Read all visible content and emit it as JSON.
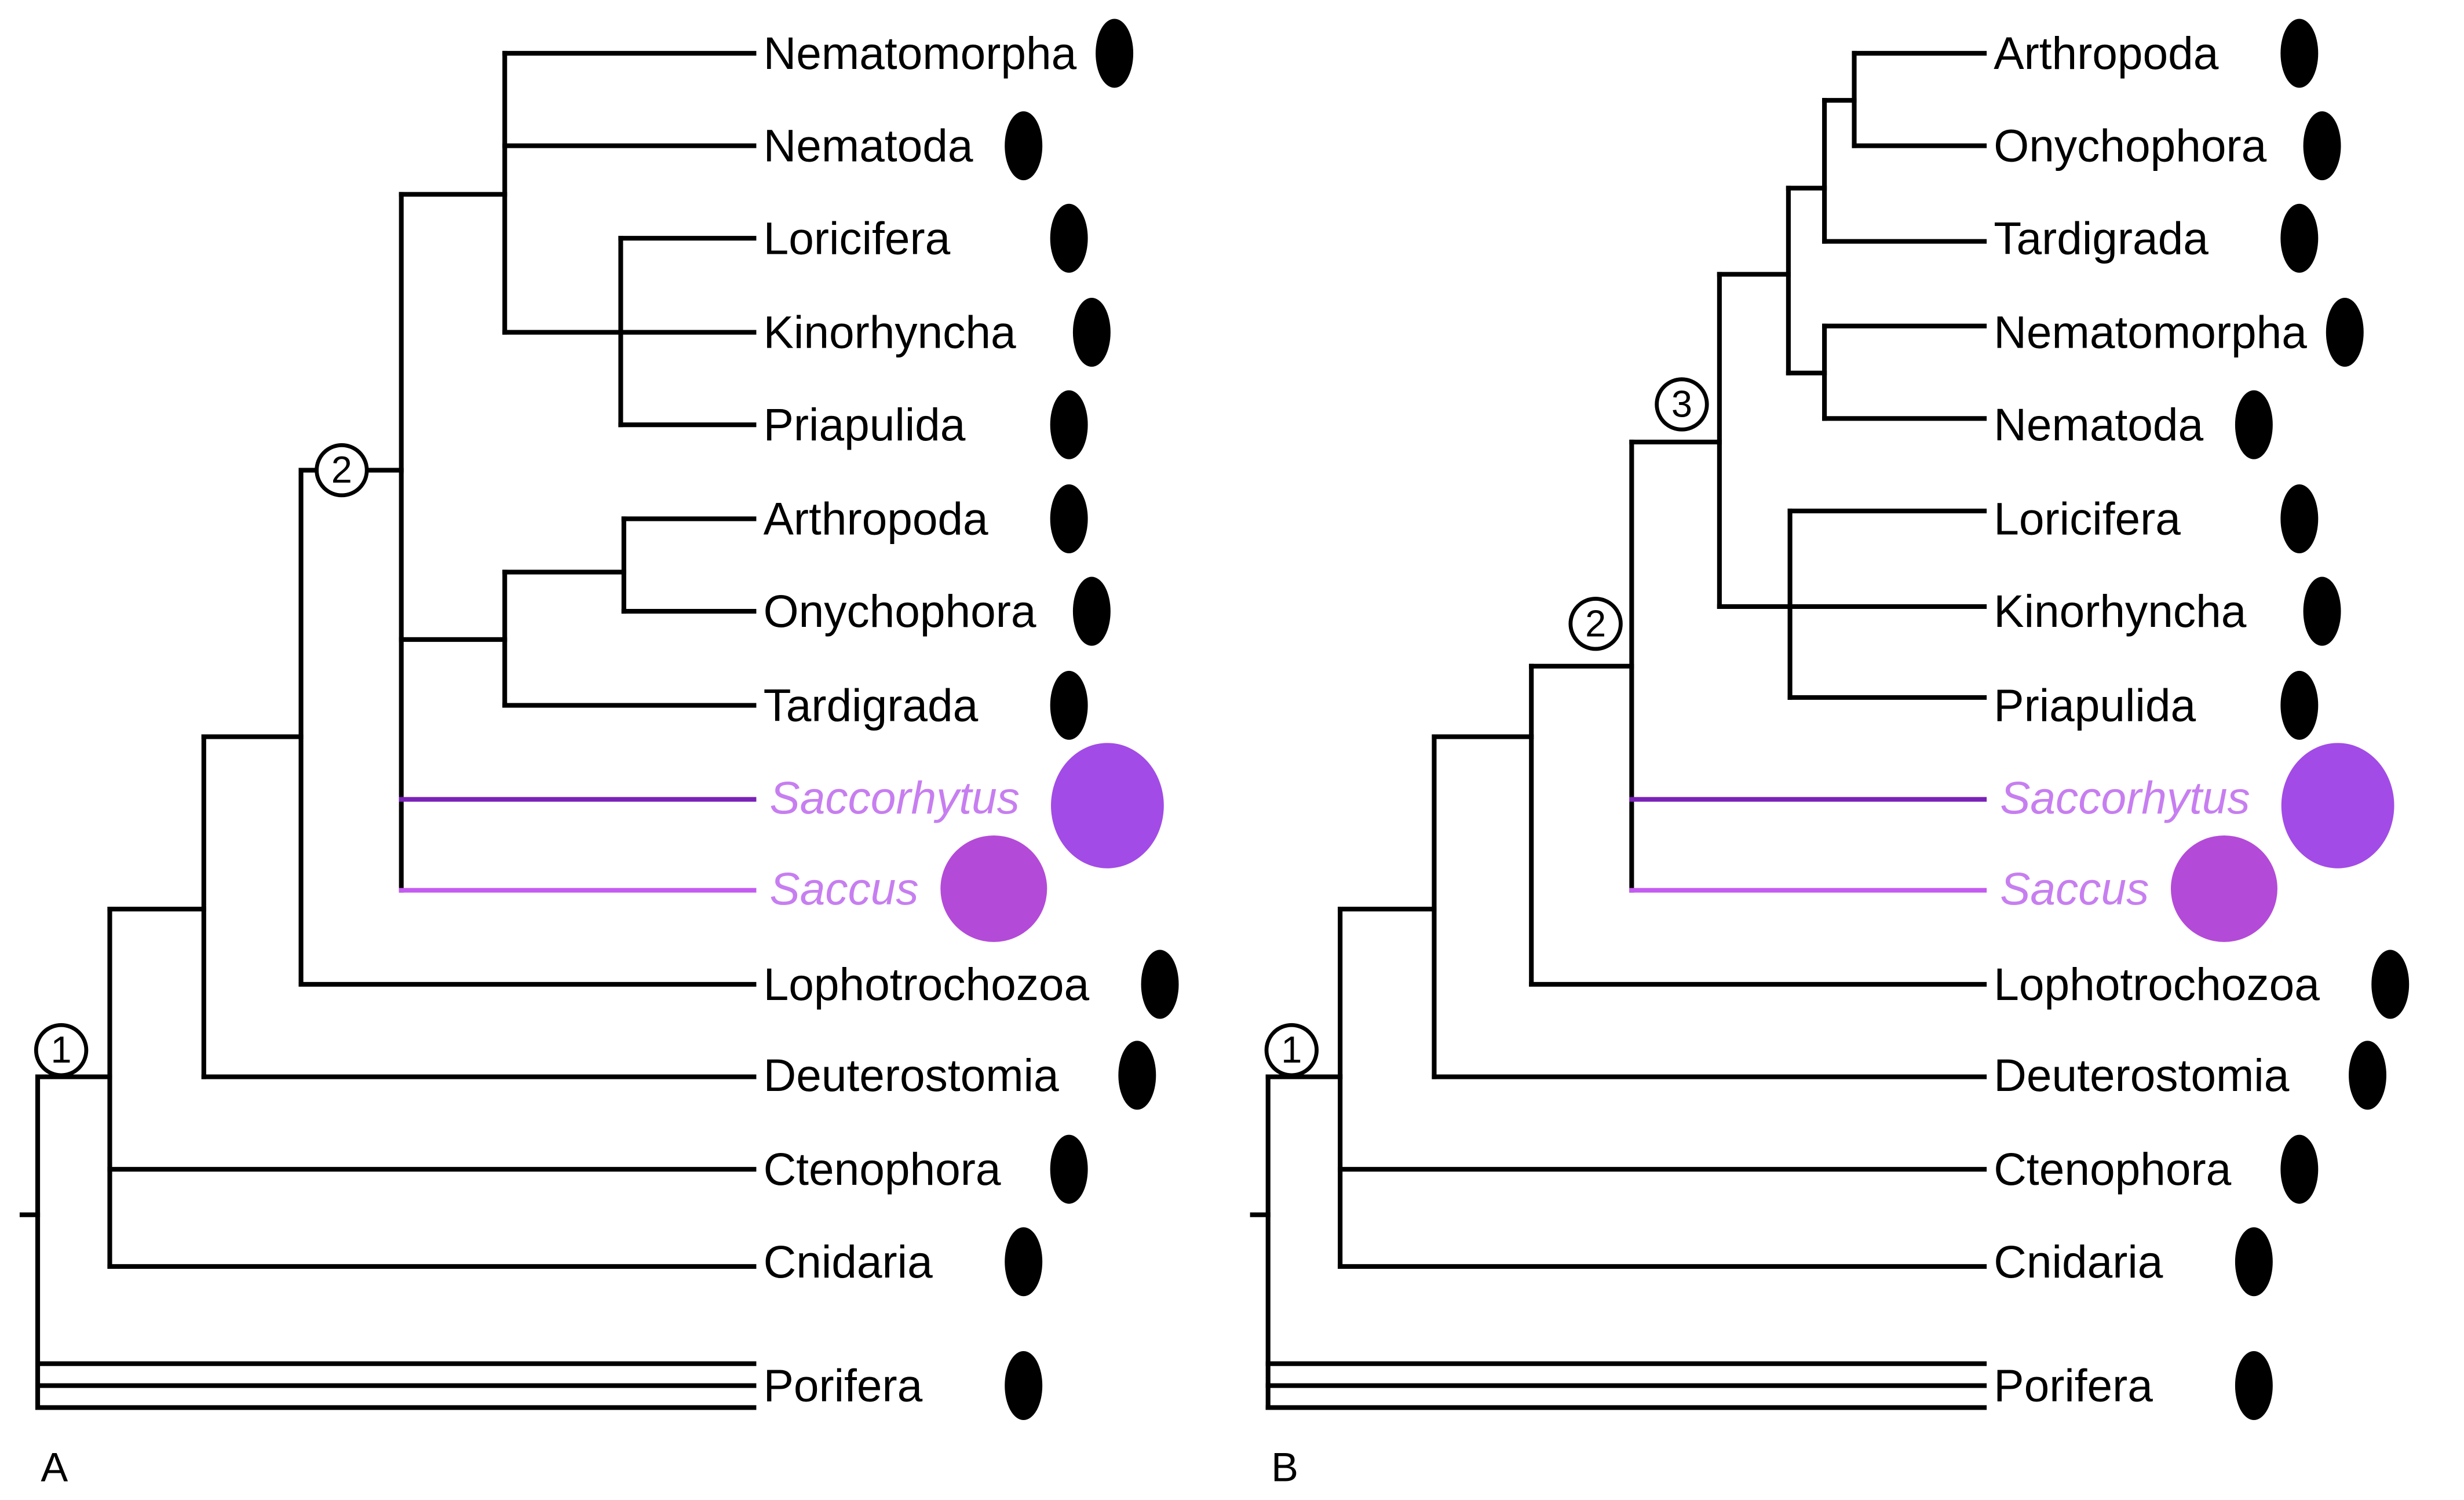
{
  "figure": {
    "panels": [
      {
        "label": "A",
        "tips": [
          "Nematomorpha",
          "Nematoda",
          "Loricifera",
          "Kinorhyncha",
          "Priapulida",
          "Arthropoda",
          "Onychophora",
          "Tardigrada",
          "Saccorhytus",
          "Saccus",
          "Lophotrochozoa",
          "Deuterostomia",
          "Ctenophora",
          "Cnidaria",
          "Porifera"
        ],
        "fossil_tips": [
          "Saccorhytus",
          "Saccus"
        ],
        "node_labels": [
          "1",
          "2"
        ]
      },
      {
        "label": "B",
        "tips": [
          "Arthropoda",
          "Onychophora",
          "Tardigrada",
          "Nematomorpha",
          "Nematoda",
          "Loricifera",
          "Kinorhyncha",
          "Priapulida",
          "Saccorhytus",
          "Saccus",
          "Lophotrochozoa",
          "Deuterostomia",
          "Ctenophora",
          "Cnidaria",
          "Porifera"
        ],
        "fossil_tips": [
          "Saccorhytus",
          "Saccus"
        ],
        "node_labels": [
          "1",
          "2",
          "3"
        ]
      }
    ],
    "colors": {
      "saccorhytus_branch": "#7a22b8",
      "saccus_branch": "#c35cf0",
      "fossil_text": "#c77ef0",
      "branch": "#000000"
    },
    "icons": [
      "nematomorpha-silhouette-icon",
      "nematoda-silhouette-icon",
      "loricifera-silhouette-icon",
      "kinorhyncha-silhouette-icon",
      "priapulida-silhouette-icon",
      "arthropoda-lobster-icon",
      "onychophora-velvet-worm-icon",
      "tardigrada-silhouette-icon",
      "saccorhytus-render-icon",
      "saccus-render-icon",
      "lophotrochozoa-annelid-icon",
      "deuterostomia-human-icon",
      "ctenophora-comb-jelly-icon",
      "cnidaria-jellyfish-anemone-icon",
      "porifera-sponge-icon"
    ]
  }
}
